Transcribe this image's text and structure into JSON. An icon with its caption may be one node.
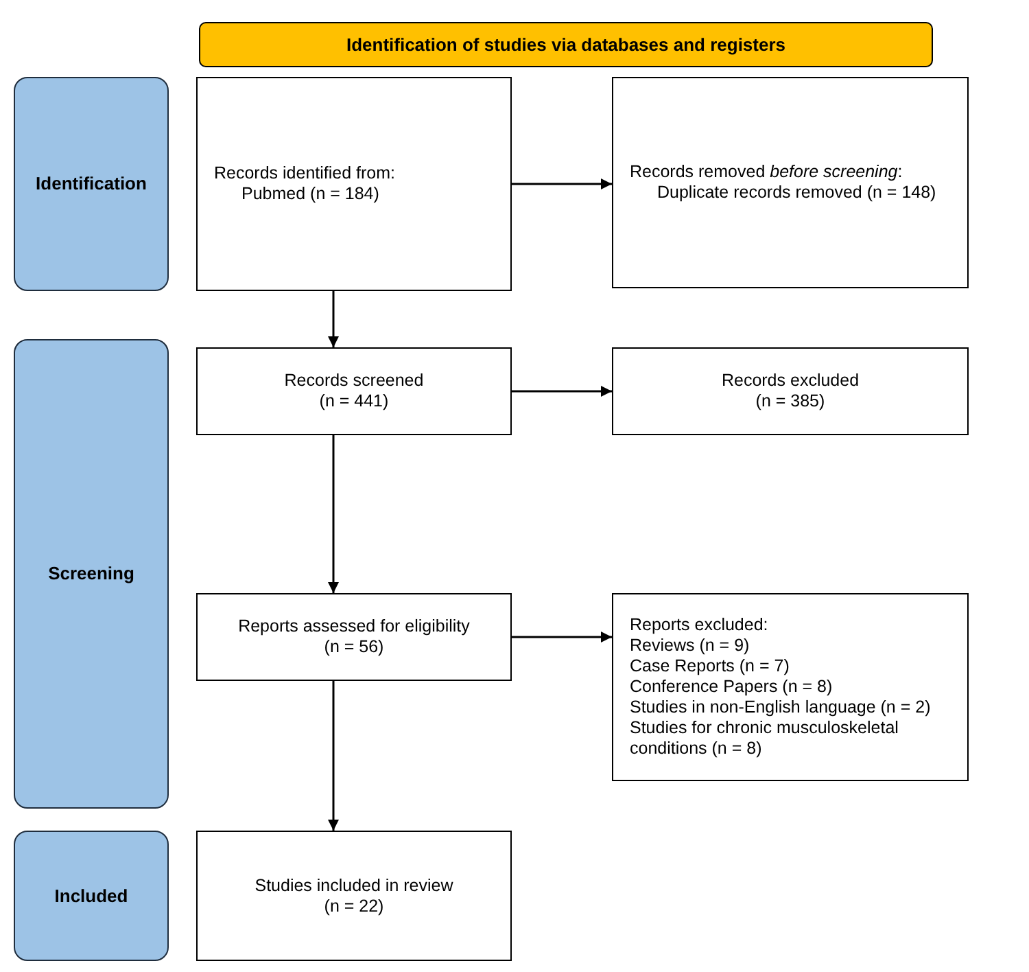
{
  "diagram": {
    "nodes": [
      {
        "text": [
          "Identification of studies via databases and registers"
        ]
      },
      {
        "text": [
          "Identification"
        ]
      },
      {
        "text": [
          "Records identified from:",
          "Pubmed (n = 184)"
        ]
      },
      {
        "text": [
          "Records removed *before screening*:",
          "Duplicate records removed (n = 148)"
        ]
      },
      {
        "text": [
          "Screening"
        ]
      },
      {
        "text": [
          "Records screened",
          "(n = 441)"
        ]
      },
      {
        "text": [
          "Records excluded",
          "(n = 385)"
        ]
      },
      {
        "text": [
          "Reports assessed for eligibility",
          "(n = 56)"
        ]
      },
      {
        "text": [
          "Reports excluded:",
          "Reviews (n = 9)",
          "Case Reports (n = 7)",
          "Conference Papers (n = 8)",
          "Studies in non-English language (n = 2)",
          "Studies for chronic musculoskeletal conditions (n = 8)"
        ]
      },
      {
        "text": [
          "Included"
        ]
      },
      {
        "text": [
          "Studies included in review",
          "(n = 22)"
        ]
      }
    ],
    "edges": [
      {
        "from": 2,
        "to": 3,
        "arrow": "to"
      },
      {
        "from": 2,
        "to": 5,
        "arrow": "to"
      },
      {
        "from": 5,
        "to": 6,
        "arrow": "to"
      },
      {
        "from": 5,
        "to": 7,
        "arrow": "to"
      },
      {
        "from": 7,
        "to": 8,
        "arrow": "to"
      },
      {
        "from": 7,
        "to": 10,
        "arrow": "to"
      }
    ]
  }
}
